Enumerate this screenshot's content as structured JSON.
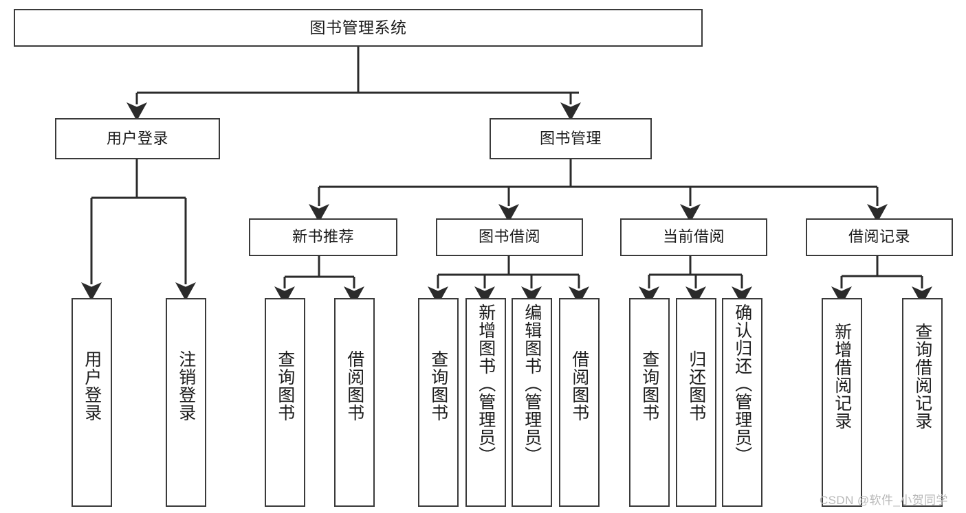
{
  "diagram": {
    "type": "tree-hierarchy-flowchart",
    "title": "图书管理系统",
    "colors": {
      "background": "#ffffff",
      "box_border": "#3a3a3a",
      "text": "#1c1c1c",
      "connector": "#2b2b2b",
      "watermark": "#b9b9b9"
    },
    "nodes": {
      "root": {
        "label": "图书管理系统"
      },
      "level1": [
        {
          "id": "user-login",
          "label": "用户登录"
        },
        {
          "id": "book-management",
          "label": "图书管理"
        }
      ],
      "level2": [
        {
          "id": "new-book-recommend",
          "label": "新书推荐"
        },
        {
          "id": "book-borrow",
          "label": "图书借阅"
        },
        {
          "id": "current-borrow",
          "label": "当前借阅"
        },
        {
          "id": "borrow-record",
          "label": "借阅记录"
        }
      ],
      "leaves": {
        "user-login": [
          {
            "id": "leaf-user-login",
            "label": "用户登录"
          },
          {
            "id": "leaf-user-logout",
            "label": "注销登录"
          }
        ],
        "new-book-recommend": [
          {
            "id": "leaf-query-book-1",
            "label": "查询图书"
          },
          {
            "id": "leaf-borrow-book-1",
            "label": "借阅图书"
          }
        ],
        "book-borrow": [
          {
            "id": "leaf-query-book-2",
            "label": "查询图书"
          },
          {
            "id": "leaf-add-book",
            "label": "新增图书（管理员）"
          },
          {
            "id": "leaf-edit-book",
            "label": "编辑图书（管理员）"
          },
          {
            "id": "leaf-borrow-book-2",
            "label": "借阅图书"
          }
        ],
        "current-borrow": [
          {
            "id": "leaf-query-book-3",
            "label": "查询图书"
          },
          {
            "id": "leaf-return-book",
            "label": "归还图书"
          },
          {
            "id": "leaf-confirm-return",
            "label": "确认归还（管理员）"
          }
        ],
        "borrow-record": [
          {
            "id": "leaf-add-record",
            "label": "新增借阅记录"
          },
          {
            "id": "leaf-query-record",
            "label": "查询借阅记录"
          }
        ]
      }
    },
    "watermark": "CSDN @软件_小贺同学"
  }
}
